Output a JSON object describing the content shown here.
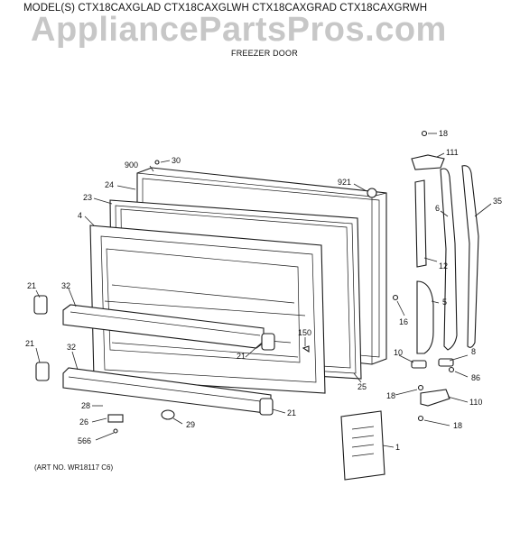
{
  "header": {
    "models": "MODEL(S) CTX18CAXGLAD  CTX18CAXGLWH  CTX18CAXGRAD  CTX18CAXGRWH",
    "watermark": "AppliancePartsPros.com",
    "subtitle": "FREEZER DOOR"
  },
  "art_number": "(ART NO. WR18117 C6)",
  "callouts": {
    "c18a": "18",
    "c30": "30",
    "c900": "900",
    "c111": "111",
    "c921": "921",
    "c24": "24",
    "c23": "23",
    "c6": "6",
    "c35": "35",
    "c4": "4",
    "c12": "12",
    "c21a": "21",
    "c32a": "32",
    "c5": "5",
    "c16": "16",
    "c150": "150",
    "c21b": "21",
    "c8": "8",
    "c21c": "21",
    "c32b": "32",
    "c10": "10",
    "c86": "86",
    "c25": "25",
    "c18b": "18",
    "c110": "110",
    "c28": "28",
    "c21d": "21",
    "c26": "26",
    "c29": "29",
    "c18c": "18",
    "c566": "566",
    "c1": "1"
  }
}
